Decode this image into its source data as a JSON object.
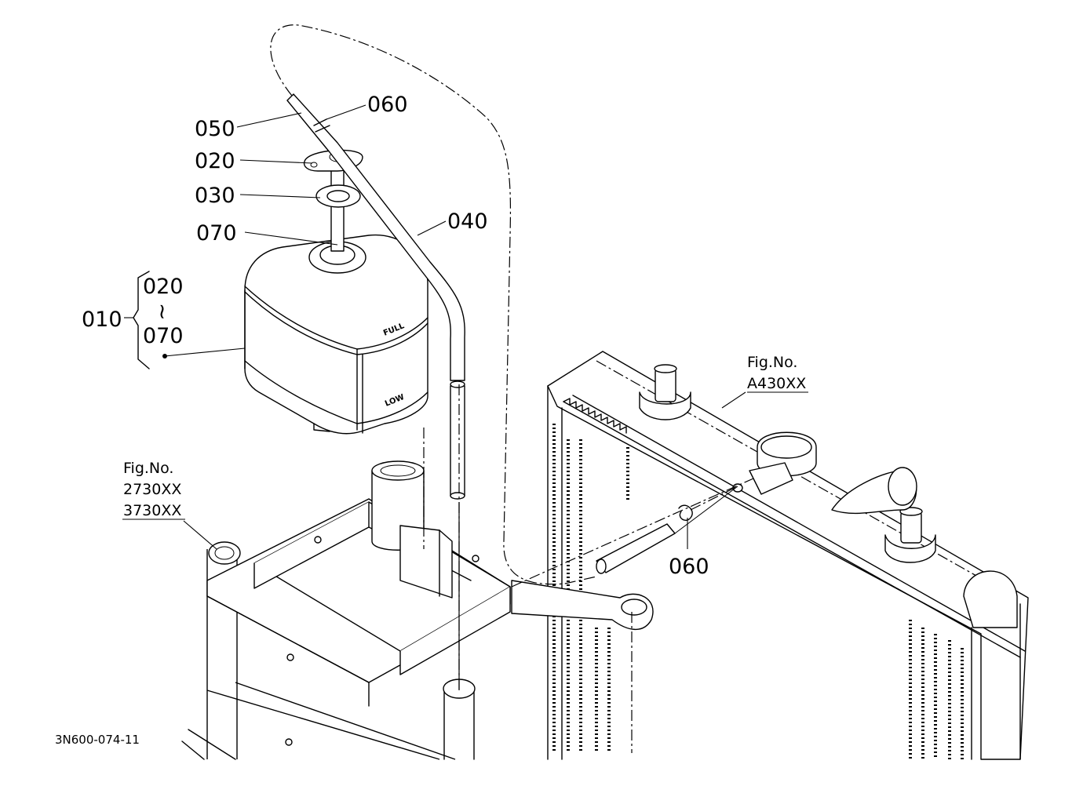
{
  "parts": {
    "p050": "050",
    "p060_top": "060",
    "p020": "020",
    "p030": "030",
    "p040": "040",
    "p070": "070",
    "p010": "010",
    "range_from": "020",
    "range_sep": "~",
    "range_to": "070",
    "p060_bottom": "060"
  },
  "tank_marks": {
    "full": "FULL",
    "low": "LOW"
  },
  "references": {
    "frame": {
      "label": "Fig.No.",
      "codes": [
        "2730XX",
        "3730XX"
      ]
    },
    "radiator": {
      "label": "Fig.No.",
      "codes": [
        "A430XX"
      ]
    }
  },
  "diagram_code": "3N600-074-11"
}
